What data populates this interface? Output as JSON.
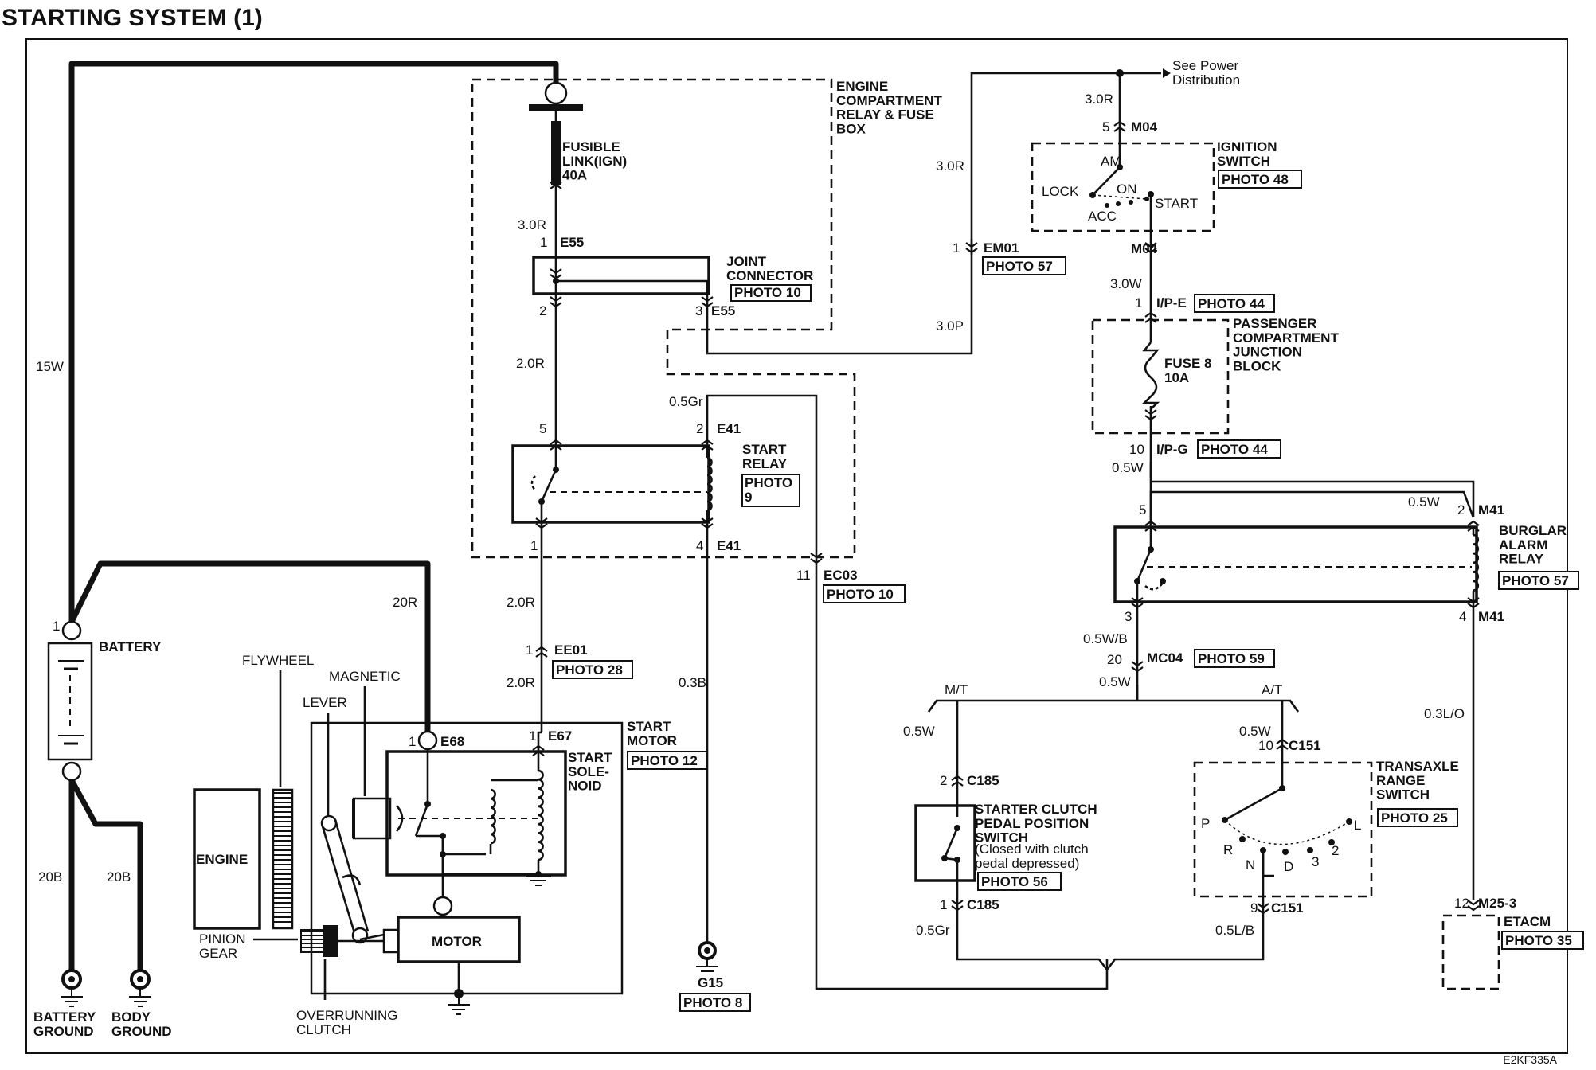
{
  "title": "STARTING SYSTEM (1)",
  "code": "E2KF335A",
  "components": {
    "engine_box_label": "ENGINE\nCOMPARTMENT\nRELAY & FUSE\nBOX",
    "fusible_link": "FUSIBLE\nLINK(IGN)\n40A",
    "joint_connector": "JOINT\nCONNECTOR",
    "start_relay": "START\nRELAY",
    "start_motor": "START\nMOTOR",
    "start_solenoid": "START\nSOLE-\nNOID",
    "motor": "MOTOR",
    "engine": "ENGINE",
    "battery": "BATTERY",
    "flywheel": "FLYWHEEL",
    "magnetic": "MAGNETIC",
    "lever": "LEVER",
    "pinion_gear": "PINION\nGEAR",
    "overrunning_clutch": "OVERRUNNING\nCLUTCH",
    "battery_ground": "BATTERY\nGROUND",
    "body_ground": "BODY\nGROUND",
    "ignition_switch": "IGNITION\nSWITCH",
    "passenger_jb": "PASSENGER\nCOMPARTMENT\nJUNCTION\nBLOCK",
    "fuse": "FUSE 8\n10A",
    "burglar_relay": "BURGLAR\nALARM\nRELAY",
    "starter_clutch": "STARTER CLUTCH\nPEDAL POSITION\nSWITCH",
    "starter_clutch_note": "(Closed with clutch\npedal  depressed)",
    "transaxle_switch": "TRANSAXLE\nRANGE\nSWITCH",
    "etacm": "ETACM",
    "see_power": "See Power\nDistribution"
  },
  "ignition_positions": [
    "AM",
    "LOCK",
    "ON",
    "ACC",
    "START"
  ],
  "range_positions": [
    "P",
    "R",
    "N",
    "D",
    "3",
    "2",
    "L"
  ],
  "branch_labels": [
    "M/T",
    "A/T"
  ],
  "photos": {
    "p10a": "PHOTO 10",
    "p9": "PHOTO\n9",
    "p28": "PHOTO 28",
    "p12": "PHOTO 12",
    "p10b": "PHOTO 10",
    "p8": "PHOTO 8",
    "p48": "PHOTO 48",
    "p57a": "PHOTO 57",
    "p44a": "PHOTO 44",
    "p44b": "PHOTO 44",
    "p57b": "PHOTO 57",
    "p59": "PHOTO 59",
    "p56": "PHOTO 56",
    "p25": "PHOTO 25",
    "p35": "PHOTO 35"
  },
  "connectors": {
    "e55a": "E55",
    "e55b": "E55",
    "e41a": "E41",
    "e41b": "E41",
    "ee01": "EE01",
    "e67": "E67",
    "e68": "E68",
    "ec03": "EC03",
    "g15": "G15",
    "m04a": "M04",
    "m04b": "M04",
    "em01": "EM01",
    "ipe": "I/P-E",
    "ipg": "I/P-G",
    "m41a": "M41",
    "m41b": "M41",
    "mc04": "MC04",
    "c185a": "C185",
    "c185b": "C185",
    "c151a": "C151",
    "c151b": "C151",
    "m253": "M25-3"
  },
  "pins": {
    "e55_1": "1",
    "e55_2": "2",
    "e55_3": "3",
    "e41_5": "5",
    "e41_2": "2",
    "e41_1": "1",
    "e41_4": "4",
    "ee01_1": "1",
    "e67_1": "1",
    "e68_1": "1",
    "ec03_11": "11",
    "bat_1": "1",
    "m04_5": "5",
    "m04_1": "1",
    "em01_1": "1",
    "ipe_1": "1",
    "ipg_10": "10",
    "m41_5": "5",
    "m41_2": "2",
    "m41_3": "3",
    "m41_4": "4",
    "mc04_20": "20",
    "c185_2": "2",
    "c185_1": "1",
    "c151_10": "10",
    "c151_9": "9",
    "m253_12": "12"
  },
  "wires": {
    "w15W": "15W",
    "w20R": "20R",
    "w20B_a": "20B",
    "w20B_b": "20B",
    "w30R_a": "3.0R",
    "w20R_a": "2.0R",
    "w05Gr": "0.5Gr",
    "w20R_b": "2.0R",
    "w20R_c": "2.0R",
    "w03B": "0.3B",
    "w30R_b": "3.0R",
    "w30R_c": "3.0R",
    "w30P": "3.0P",
    "w30W": "3.0W",
    "w05W_a": "0.5W",
    "w05W_b": "0.5W",
    "w05WB": "0.5W/B",
    "w05W_c": "0.5W",
    "w05W_d": "0.5W",
    "w05W_e": "0.5W",
    "w03LO": "0.3L/O",
    "w05Gr_b": "0.5Gr",
    "w05LB": "0.5L/B"
  }
}
